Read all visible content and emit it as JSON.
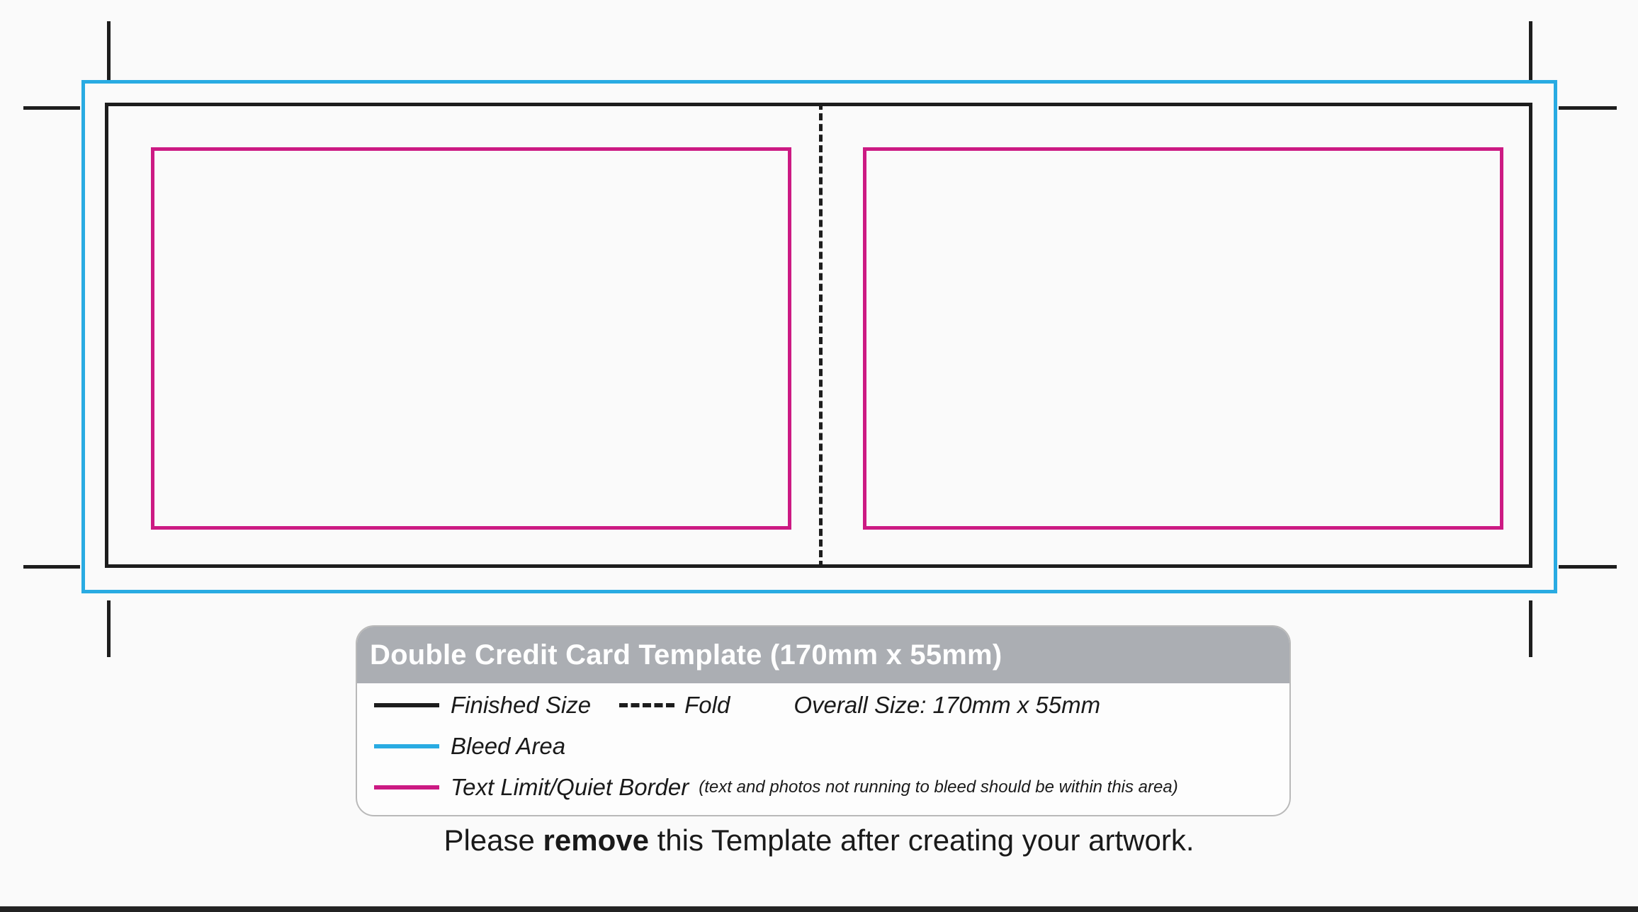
{
  "document": {
    "title": "Double Credit Card Template (170mm x 55mm)",
    "footer_prefix": "Please ",
    "footer_emphasis": "remove",
    "footer_suffix": " this Template after creating your artwork."
  },
  "legend": {
    "title": "Double Credit Card Template (170mm x 55mm)",
    "overall_size": "Overall Size: 170mm x 55mm",
    "rows": [
      {
        "label": "Finished Size",
        "swatch": "solid-black-line",
        "color": "#1d1d1d"
      },
      {
        "label": "Fold",
        "swatch": "dashed-black-line",
        "color": "#1d1d1d"
      },
      {
        "label": "Bleed Area",
        "swatch": "solid-cyan-line",
        "color": "#29abe2"
      },
      {
        "label": "Text Limit/Quiet Border",
        "swatch": "solid-pink-line",
        "color": "#cc1a83",
        "note": "(text and photos not running to bleed should be within this area)"
      }
    ]
  },
  "colors": {
    "bleed": "#29abe2",
    "trim": "#1d1d1d",
    "quiet_border": "#cc1a83",
    "legend_header": "#abaeb3",
    "background": "#fafafa"
  }
}
